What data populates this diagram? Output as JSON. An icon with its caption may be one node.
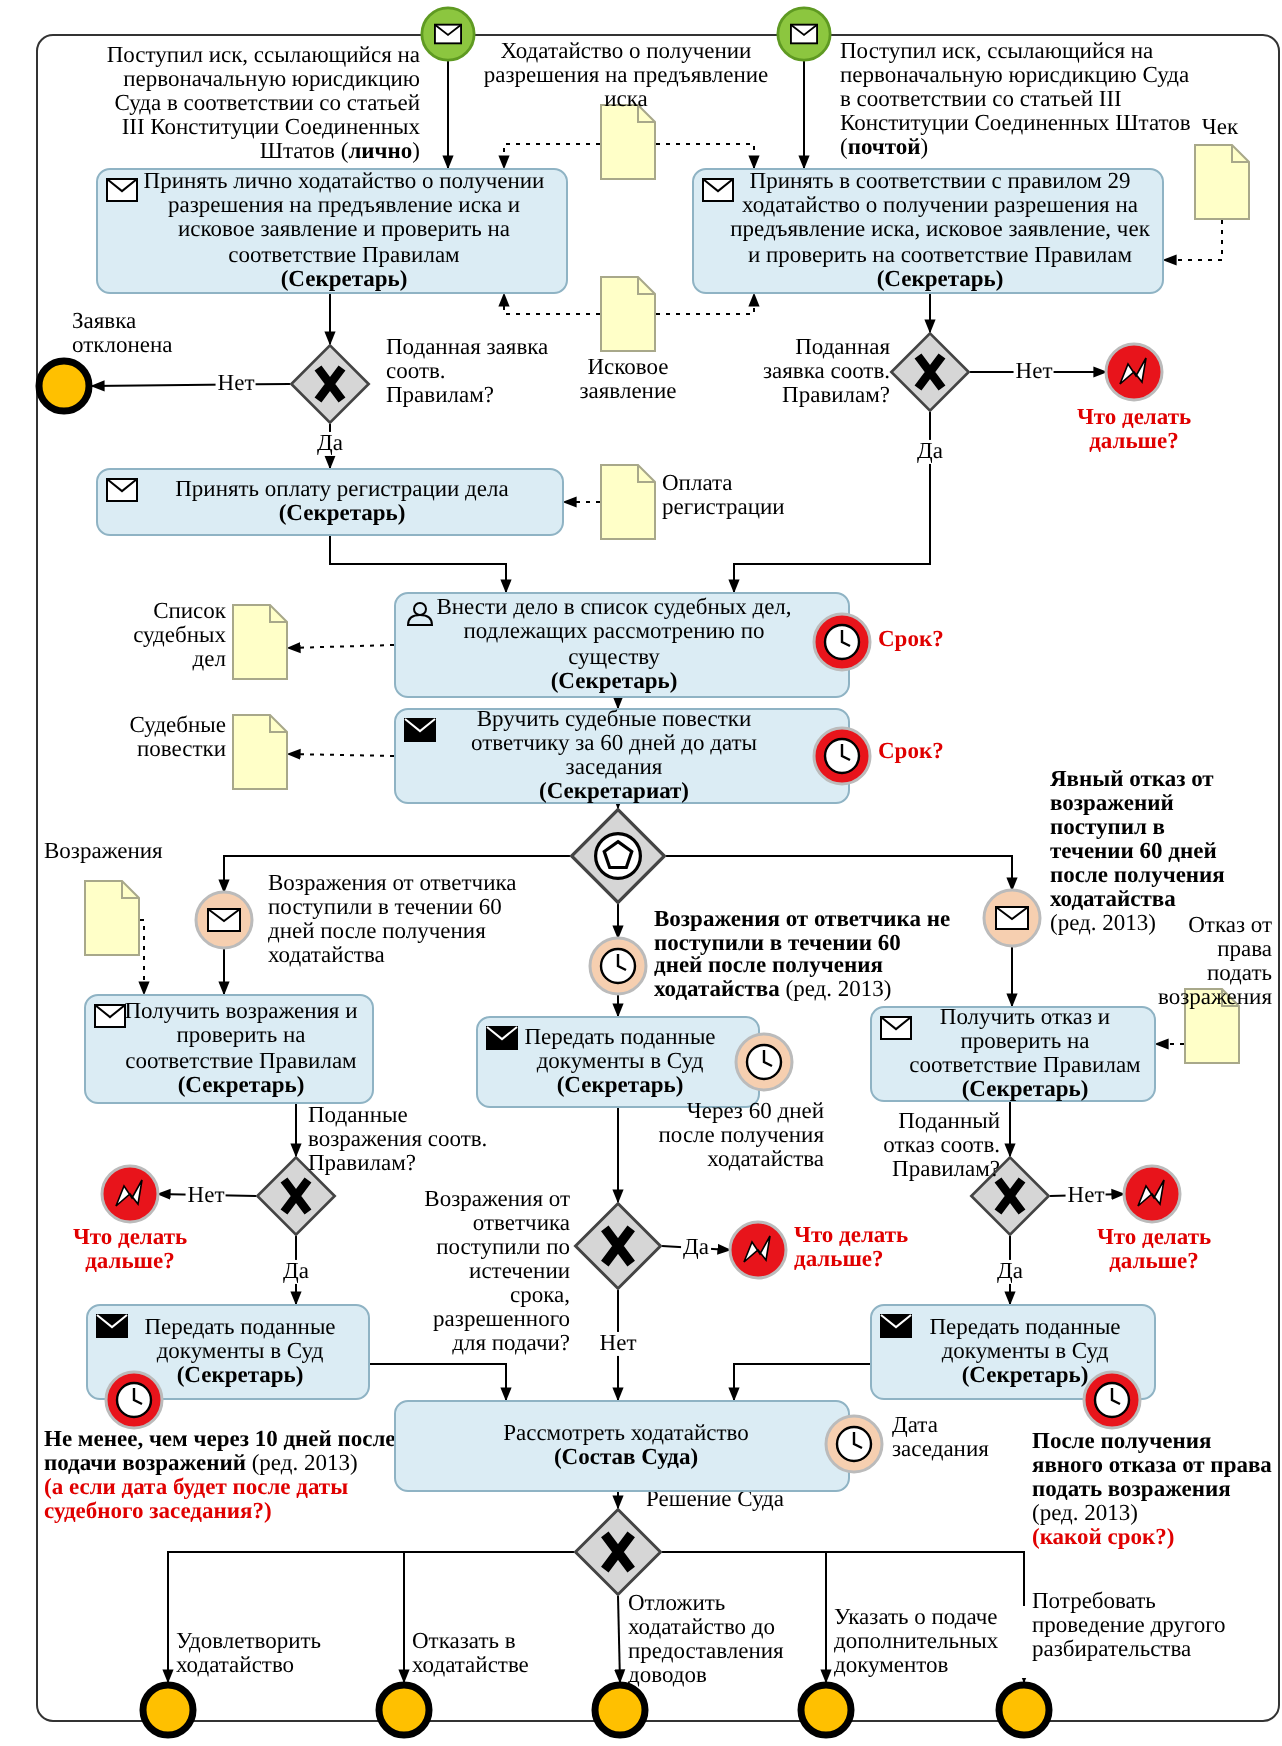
{
  "diagram": {
    "nodes": [
      {
        "text": [],
        "shape": "circle",
        "beside": [
          "Поступил иск, ссылающийся на первоначальную юрисдикцию Суда в соответствии со статьей III Конституции Соединенных Штатов (**лично**)"
        ]
      },
      {
        "text": [],
        "shape": "circle",
        "beside": [
          "Поступил иск, ссылающийся на первоначальную юрисдикцию Суда в соответствии со статьей III Конституции Соединенных Штатов (**почтой**)"
        ]
      },
      {
        "text": [],
        "shape": "document",
        "beside": [
          "Ходатайство о получении разрешения на предъявление иска"
        ]
      },
      {
        "text": [
          "Принять лично ходатайство о получении разрешения на предъявление иска и исковое заявление и проверить на соответствие Правилам",
          "**(Секретарь)**"
        ]
      },
      {
        "text": [
          "Принять в соответствии с правилом 29 ходатайство о получении разрешения на предъявление иска, исковое заявление, чек и проверить на соответствие Правилам",
          "**(Секретарь)**"
        ]
      },
      {
        "text": [],
        "shape": "document",
        "beside": [
          "Чек"
        ]
      },
      {
        "text": [],
        "shape": "circle",
        "beside": [
          "Заявка отклонена"
        ]
      },
      {
        "text": [],
        "shape": "diamond",
        "beside": [
          "Поданная заявка соотв. Правилам?"
        ]
      },
      {
        "text": [],
        "shape": "document",
        "beside": [
          "Исковое заявление"
        ]
      },
      {
        "text": [],
        "shape": "diamond",
        "beside": [
          "Поданная заявка соотв. Правилам?"
        ]
      },
      {
        "text": [],
        "shape": "circle",
        "beside": [
          "Что делать дальше?"
        ]
      },
      {
        "text": [
          "Принять оплату регистрации дела",
          "**(Секретарь)**"
        ]
      },
      {
        "text": [],
        "shape": "document",
        "beside": [
          "Оплата регистрации"
        ]
      },
      {
        "text": [
          "Внести дело в список судебных дел, подлежащих рассмотрению по существу",
          "**(Секретарь)**"
        ]
      },
      {
        "text": [],
        "shape": "circle",
        "beside": [
          "Срок?"
        ]
      },
      {
        "text": [],
        "shape": "document",
        "beside": [
          "Список судебных дел"
        ]
      },
      {
        "text": [
          "Вручить судебные повестки ответчику за 60 дней до даты заседания",
          "**(Секретариат)**"
        ]
      },
      {
        "text": [],
        "shape": "circle",
        "beside": [
          "Срок?"
        ]
      },
      {
        "text": [],
        "shape": "document",
        "beside": [
          "Судебные повестки"
        ]
      },
      {
        "text": [],
        "shape": "diamond"
      },
      {
        "text": [],
        "shape": "circle",
        "beside": [
          "Возражения от ответчика поступили в течении 60 дней после получения ходатайства"
        ]
      },
      {
        "text": [],
        "shape": "circle",
        "beside": [
          "**Возражения от ответчика не поступили в течении 60 дней после получения ходатайства** (ред. 2013)"
        ]
      },
      {
        "text": [],
        "shape": "circle",
        "beside": [
          "**Явный отказ от возражений поступил в течении 60 дней после получения ходатайства** (ред. 2013)"
        ]
      },
      {
        "text": [],
        "shape": "document",
        "beside": [
          "Возражения"
        ]
      },
      {
        "text": [
          "Получить возражения и проверить на соответствие Правилам",
          "**(Секретарь)**"
        ]
      },
      {
        "text": [
          "Передать поданные документы в Суд",
          "**(Секретарь)**"
        ]
      },
      {
        "text": [],
        "shape": "circle",
        "beside": [
          "Через 60 дней после получения ходатайства"
        ]
      },
      {
        "text": [
          "Получить отказ и проверить на соответствие Правилам",
          "**(Секретарь)**"
        ]
      },
      {
        "text": [],
        "shape": "document",
        "beside": [
          "Отказ от права подать возражения"
        ]
      },
      {
        "text": [],
        "shape": "diamond",
        "beside": [
          "Поданные возражения соотв. Правилам?"
        ]
      },
      {
        "text": [],
        "shape": "circle",
        "beside": [
          "Что делать дальше?"
        ]
      },
      {
        "text": [],
        "shape": "diamond",
        "beside": [
          "Возражения от ответчика поступили по истечении срока, разрешенного для подачи?"
        ]
      },
      {
        "text": [],
        "shape": "circle",
        "beside": [
          "Что делать дальше?"
        ]
      },
      {
        "text": [],
        "shape": "diamond",
        "beside": [
          "Поданный отказ соотв. Правилам?"
        ]
      },
      {
        "text": [],
        "shape": "circle",
        "beside": [
          "Что делать дальше?"
        ]
      },
      {
        "text": [
          "Передать поданные документы в Суд",
          "**(Секретарь)**"
        ]
      },
      {
        "text": [],
        "shape": "circle",
        "beside": [
          "**Не менее, чем через 10 дней после подачи возражений** (ред. 2013)",
          "(**а если дата будет после даты судебного заседания?**)"
        ]
      },
      {
        "text": [
          "Передать поданные документы в Суд",
          "**(Секретарь)**"
        ]
      },
      {
        "text": [],
        "shape": "circle",
        "beside": [
          "**После получения явного отказа от права подать возражения** (ред. 2013)",
          "(**какой срок?**)"
        ]
      },
      {
        "text": [
          "Рассмотреть ходатайство",
          "**(Состав Суда)**"
        ]
      },
      {
        "text": [],
        "shape": "circle",
        "beside": [
          "Дата заседания"
        ]
      },
      {
        "text": [],
        "shape": "diamond"
      },
      {
        "text": [],
        "shape": "circle"
      },
      {
        "text": [],
        "shape": "circle"
      },
      {
        "text": [],
        "shape": "circle"
      },
      {
        "text": [],
        "shape": "circle"
      },
      {
        "text": [],
        "shape": "circle"
      }
    ],
    "edges": [
      {
        "from": 0,
        "to": 3,
        "arrow": "to"
      },
      {
        "from": 1,
        "to": 4,
        "arrow": "to"
      },
      {
        "from": 2,
        "to": 3,
        "arrow": "to",
        "style": "dashed"
      },
      {
        "from": 2,
        "to": 4,
        "arrow": "to",
        "style": "dashed"
      },
      {
        "from": 5,
        "to": 4,
        "arrow": "to",
        "style": "dashed"
      },
      {
        "from": 8,
        "to": 3,
        "arrow": "to",
        "style": "dashed"
      },
      {
        "from": 8,
        "to": 4,
        "arrow": "to",
        "style": "dashed"
      },
      {
        "from": 3,
        "to": 7,
        "arrow": "to"
      },
      {
        "from": 4,
        "to": 9,
        "arrow": "to"
      },
      {
        "from": 7,
        "to": 6,
        "arrow": "to",
        "label": "Нет"
      },
      {
        "from": 7,
        "to": 11,
        "arrow": "to",
        "label": "Да"
      },
      {
        "from": 9,
        "to": 10,
        "arrow": "to",
        "label": "Нет"
      },
      {
        "from": 9,
        "to": 13,
        "arrow": "to",
        "label": "Да"
      },
      {
        "from": 12,
        "to": 11,
        "arrow": "to",
        "style": "dashed"
      },
      {
        "from": 11,
        "to": 13,
        "arrow": "to"
      },
      {
        "from": 13,
        "to": 15,
        "arrow": "to",
        "style": "dashed"
      },
      {
        "from": 13,
        "to": 16,
        "arrow": "to"
      },
      {
        "from": 16,
        "to": 18,
        "arrow": "to",
        "style": "dashed"
      },
      {
        "from": 16,
        "to": 19,
        "arrow": "to"
      },
      {
        "from": 19,
        "to": 20,
        "arrow": "to"
      },
      {
        "from": 19,
        "to": 21,
        "arrow": "to"
      },
      {
        "from": 19,
        "to": 22,
        "arrow": "to"
      },
      {
        "from": 20,
        "to": 24,
        "arrow": "to"
      },
      {
        "from": 23,
        "to": 24,
        "arrow": "to",
        "style": "dashed"
      },
      {
        "from": 21,
        "to": 25,
        "arrow": "to"
      },
      {
        "from": 22,
        "to": 27,
        "arrow": "to"
      },
      {
        "from": 28,
        "to": 27,
        "arrow": "to",
        "style": "dashed"
      },
      {
        "from": 24,
        "to": 29,
        "arrow": "to"
      },
      {
        "from": 29,
        "to": 30,
        "arrow": "to",
        "label": "Нет"
      },
      {
        "from": 29,
        "to": 35,
        "arrow": "to",
        "label": "Да"
      },
      {
        "from": 25,
        "to": 31,
        "arrow": "to"
      },
      {
        "from": 31,
        "to": 32,
        "arrow": "to",
        "label": "Да"
      },
      {
        "from": 31,
        "to": 39,
        "arrow": "to",
        "label": "Нет"
      },
      {
        "from": 27,
        "to": 33,
        "arrow": "to"
      },
      {
        "from": 33,
        "to": 34,
        "arrow": "to",
        "label": "Нет"
      },
      {
        "from": 33,
        "to": 37,
        "arrow": "to",
        "label": "Да"
      },
      {
        "from": 35,
        "to": 39,
        "arrow": "to"
      },
      {
        "from": 37,
        "to": 39,
        "arrow": "to"
      },
      {
        "from": 39,
        "to": 41,
        "arrow": "to",
        "label": "Решение Суда"
      },
      {
        "from": 41,
        "to": 42,
        "arrow": "to",
        "label": "Удовлетворить ходатайство"
      },
      {
        "from": 41,
        "to": 43,
        "arrow": "to",
        "label": "Отказать в ходатайстве"
      },
      {
        "from": 41,
        "to": 44,
        "arrow": "to",
        "label": "Отложить ходатайство до предоставления доводов"
      },
      {
        "from": 41,
        "to": 45,
        "arrow": "to",
        "label": "Указать о подаче дополнительных документов"
      },
      {
        "from": 41,
        "to": 46,
        "arrow": "to",
        "label": "Потребовать проведение другого разбирательства"
      }
    ]
  }
}
